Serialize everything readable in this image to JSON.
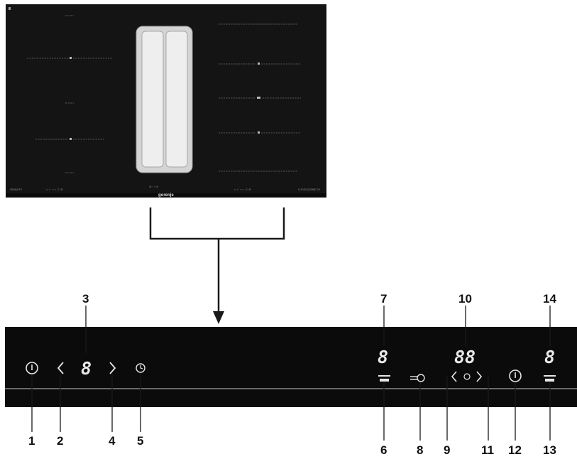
{
  "hob": {
    "brand": "gorenje",
    "left_model_label": "GRAVITY",
    "right_model_label": "S-FLEXZONE 2X",
    "left_controls": "≈  ✓  ‹ › ›  ⓘ  ≋",
    "center_controls": "◷  ‹     ›  ◷",
    "right_controls": "≈  ✓  ‹ › ›  ⓘ  ≋"
  },
  "panel": {
    "left_display": "8",
    "zone_display_7": "8",
    "timer_display_10": "88",
    "zone_display_14": "8"
  },
  "callouts": {
    "n1": "1",
    "n2": "2",
    "n3": "3",
    "n4": "4",
    "n5": "5",
    "n6": "6",
    "n7": "7",
    "n8": "8",
    "n9": "9",
    "n10": "10",
    "n11": "11",
    "n12": "12",
    "n13": "13",
    "n14": "14"
  },
  "colors": {
    "hob_glass": "#141414",
    "panel": "#0b0b0b",
    "extractor_frame": "#d4d4d4",
    "extractor_grille": "#eeeeee",
    "lines": "#1a1a1a"
  }
}
